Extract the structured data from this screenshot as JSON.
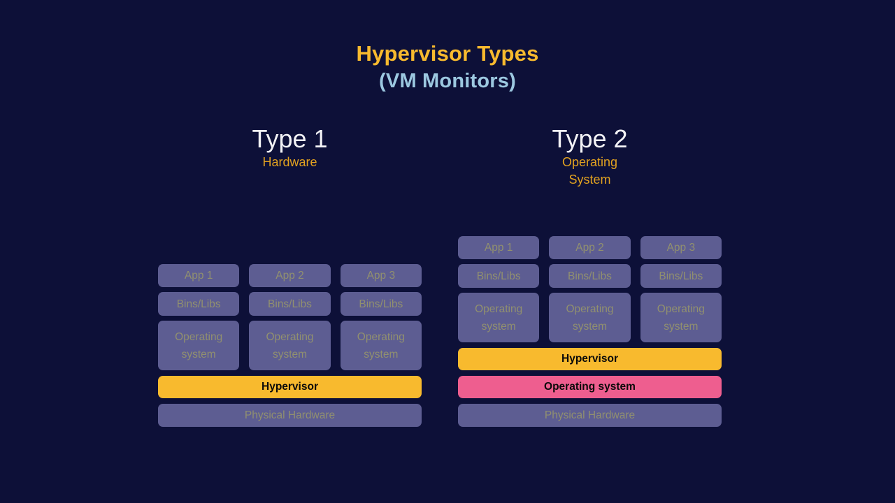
{
  "title": {
    "main": "Hypervisor Types",
    "sub": "(VM Monitors)",
    "main_color": "#f8ba2e",
    "sub_color": "#9cc8e0"
  },
  "colors": {
    "background": "#0d1038",
    "box": "#5d5d92",
    "box_text": "#91906f",
    "accent_amber": "#f8ba2e",
    "accent_pink": "#ee5e8f",
    "heading_text": "#f2f2f5",
    "heading_sub_text": "#e2a220"
  },
  "columns": [
    {
      "id": "type-1",
      "heading": "Type 1",
      "subheading": "Hardware",
      "stack": {
        "apps": [
          "App 1",
          "App 2",
          "App 3"
        ],
        "bins": [
          "Bins/Libs",
          "Bins/Libs",
          "Bins/Libs"
        ],
        "guest_os": [
          "Operating system",
          "Operating system",
          "Operating system"
        ],
        "guest_os_line1": "Operating",
        "guest_os_line2": "system",
        "hypervisor": "Hypervisor",
        "host_os": null,
        "hardware": "Physical Hardware"
      }
    },
    {
      "id": "type-2",
      "heading": "Type 2",
      "subheading_line1": "Operating",
      "subheading_line2": "System",
      "stack": {
        "apps": [
          "App 1",
          "App 2",
          "App 3"
        ],
        "bins": [
          "Bins/Libs",
          "Bins/Libs",
          "Bins/Libs"
        ],
        "guest_os": [
          "Operating system",
          "Operating system",
          "Operating system"
        ],
        "guest_os_line1": "Operating",
        "guest_os_line2": "system",
        "hypervisor": "Hypervisor",
        "host_os": "Operating system",
        "hardware": "Physical Hardware"
      }
    }
  ]
}
